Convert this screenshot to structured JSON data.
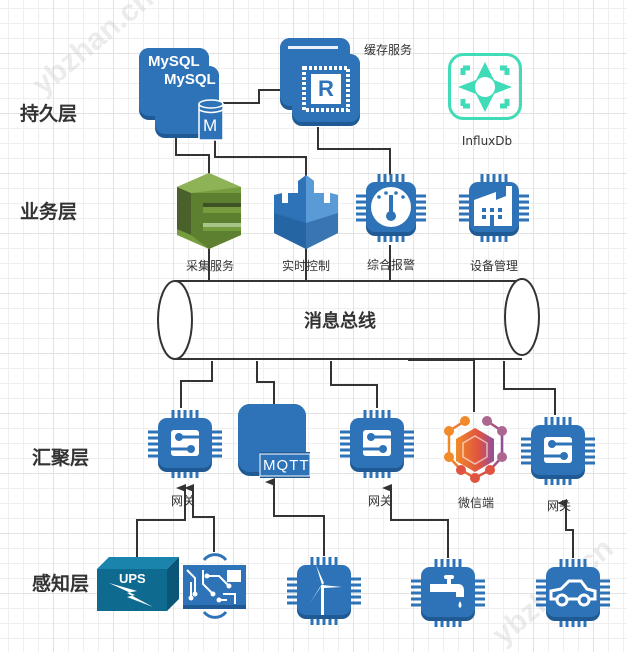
{
  "layers": {
    "persistence": "持久层",
    "business": "业务层",
    "aggregation": "汇聚层",
    "perception": "感知层"
  },
  "persistence_nodes": {
    "mysql_back": "MySQL",
    "mysql_front": "MySQL",
    "mysql_badge": "M",
    "cache_chip_letter": "R",
    "cache_label": "缓存服务",
    "influx_label": "InfluxDb"
  },
  "business_nodes": [
    {
      "label": "采集服务",
      "icon": "aws-kinesis-icon"
    },
    {
      "label": "实时控制",
      "icon": "aws-castle-icon"
    },
    {
      "label": "综合报警",
      "icon": "thermometer-chip-icon"
    },
    {
      "label": "设备管理",
      "icon": "factory-chip-icon"
    }
  ],
  "bus": {
    "label": "消息总线"
  },
  "aggregation_nodes": [
    {
      "label": "网关",
      "icon": "gateway-chip-icon"
    },
    {
      "label": "MQTT",
      "icon": "mqtt-broker-icon"
    },
    {
      "label": "网关",
      "icon": "gateway-chip-icon"
    },
    {
      "label": "微信端",
      "icon": "wechat-hexagon-icon"
    },
    {
      "label": "网关",
      "icon": "gateway-chip-icon"
    }
  ],
  "perception_nodes": [
    {
      "label": "UPS",
      "icon": "ups-box-icon"
    },
    {
      "label": "",
      "icon": "rfid-circuit-icon"
    },
    {
      "label": "",
      "icon": "wind-turbine-chip-icon"
    },
    {
      "label": "",
      "icon": "water-tap-chip-icon"
    },
    {
      "label": "",
      "icon": "car-chip-icon"
    }
  ],
  "colors": {
    "chip_blue": "#2e73b8",
    "chip_dark": "#1f5a94",
    "aws_green": "#759c3e",
    "aws_green_dark": "#4b612c",
    "influx_teal": "#3fdcb7",
    "ups_teal": "#0f6a8f",
    "wire": "#333333"
  },
  "watermark": "ybzhan.cn"
}
